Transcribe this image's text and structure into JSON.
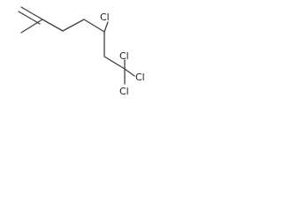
{
  "molecule": {
    "atom_labels": {
      "cl_1": "Cl",
      "cl_2": "Cl",
      "cl_3": "Cl",
      "cl_4": "Cl"
    },
    "colors": {
      "bond": "#404040",
      "label": "#222222",
      "background": "#ffffff"
    }
  }
}
